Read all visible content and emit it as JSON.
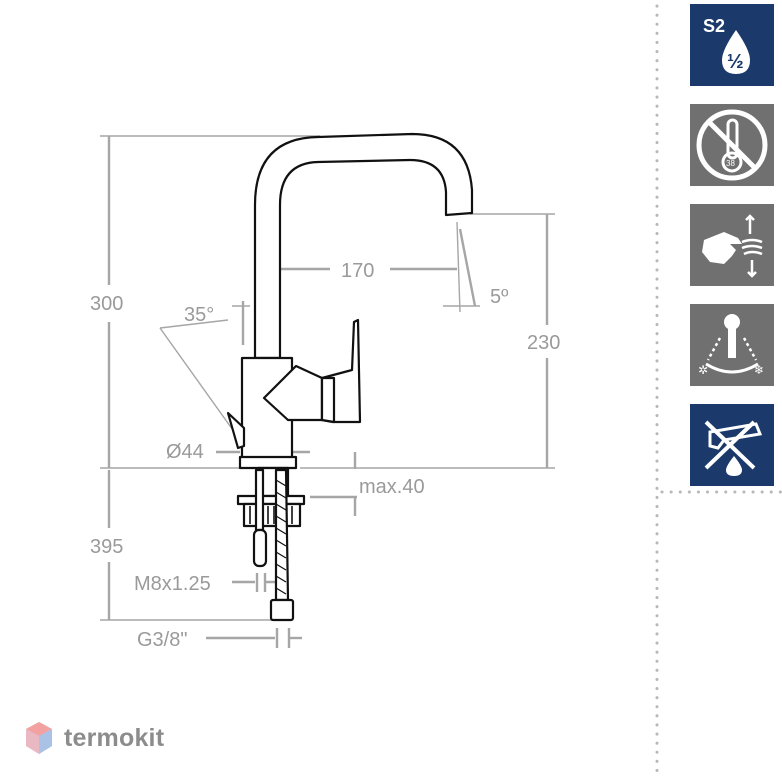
{
  "dimensions": {
    "height_total": "300",
    "angle_lever": "35°",
    "spout_reach": "170",
    "spout_angle": "5º",
    "spout_height": "230",
    "base_diameter": "Ø44",
    "max_thickness": "max.40",
    "below_counter": "395",
    "stud_thread": "M8x1.25",
    "hose_thread": "G3/8\""
  },
  "badges": [
    {
      "icon": "water-saving-s2-icon",
      "label": "S2",
      "sub": "½",
      "color": "#1b3a6b"
    },
    {
      "icon": "no-thermostat-38-icon",
      "color": "#707070"
    },
    {
      "icon": "hand-flow-icon",
      "color": "#707070"
    },
    {
      "icon": "hot-cold-shower-icon",
      "color": "#707070"
    },
    {
      "icon": "no-pullout-spout-icon",
      "color": "#1b3a6b"
    }
  ],
  "brand": {
    "name": "termokit",
    "color": "#8c8c8c"
  }
}
